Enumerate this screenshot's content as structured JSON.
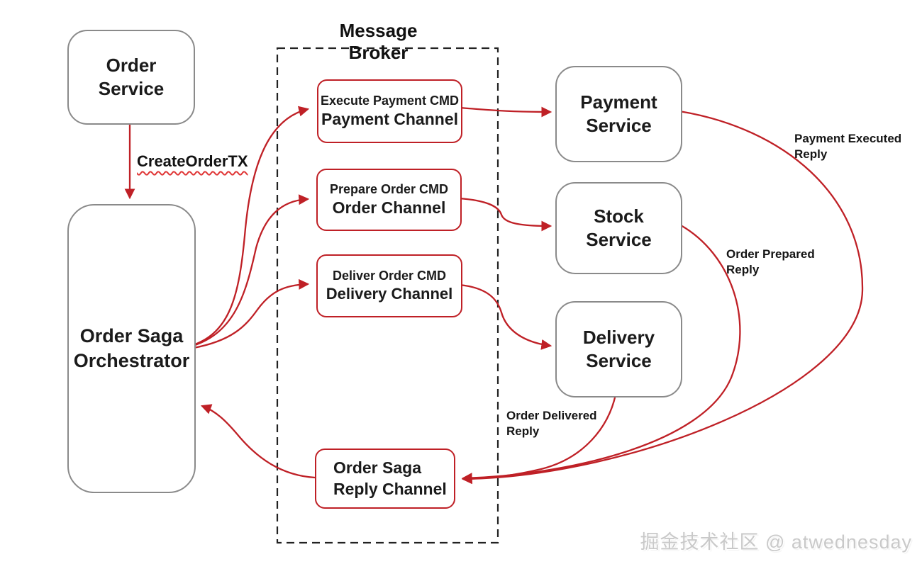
{
  "title": "Message Broker",
  "nodes": {
    "order_service": {
      "line1": "Order",
      "line2": "Service"
    },
    "orchestrator": {
      "line1": "Order Saga",
      "line2": "Orchestrator"
    },
    "payment_channel": {
      "line1": "Execute Payment CMD",
      "line2": "Payment Channel"
    },
    "order_channel": {
      "line1": "Prepare Order CMD",
      "line2": "Order Channel"
    },
    "delivery_channel": {
      "line1": "Deliver Order CMD",
      "line2": "Delivery Channel"
    },
    "reply_channel": {
      "line1": "Order Saga",
      "line2": "Reply Channel"
    },
    "payment_service": {
      "line1": "Payment",
      "line2": "Service"
    },
    "stock_service": {
      "line1": "Stock",
      "line2": "Service"
    },
    "delivery_service": {
      "line1": "Delivery",
      "line2": "Service"
    }
  },
  "edge_labels": {
    "create_order_tx": "CreateOrderTX",
    "payment_executed": {
      "line1": "Payment Executed",
      "line2": "Reply"
    },
    "order_prepared": {
      "line1": "Order Prepared",
      "line2": "Reply"
    },
    "order_delivered": {
      "line1": "Order Delivered",
      "line2": "Reply"
    }
  },
  "watermark": "掘金技术社区 @ atwednesday",
  "colors": {
    "arrow_red": "#bf2026",
    "channel_border_red": "#bf2026",
    "service_border_gray": "#8a8a8a",
    "text_black": "#1b1b1b",
    "broker_dash_black": "#222222",
    "watermark_gray": "#c9c9c9"
  }
}
